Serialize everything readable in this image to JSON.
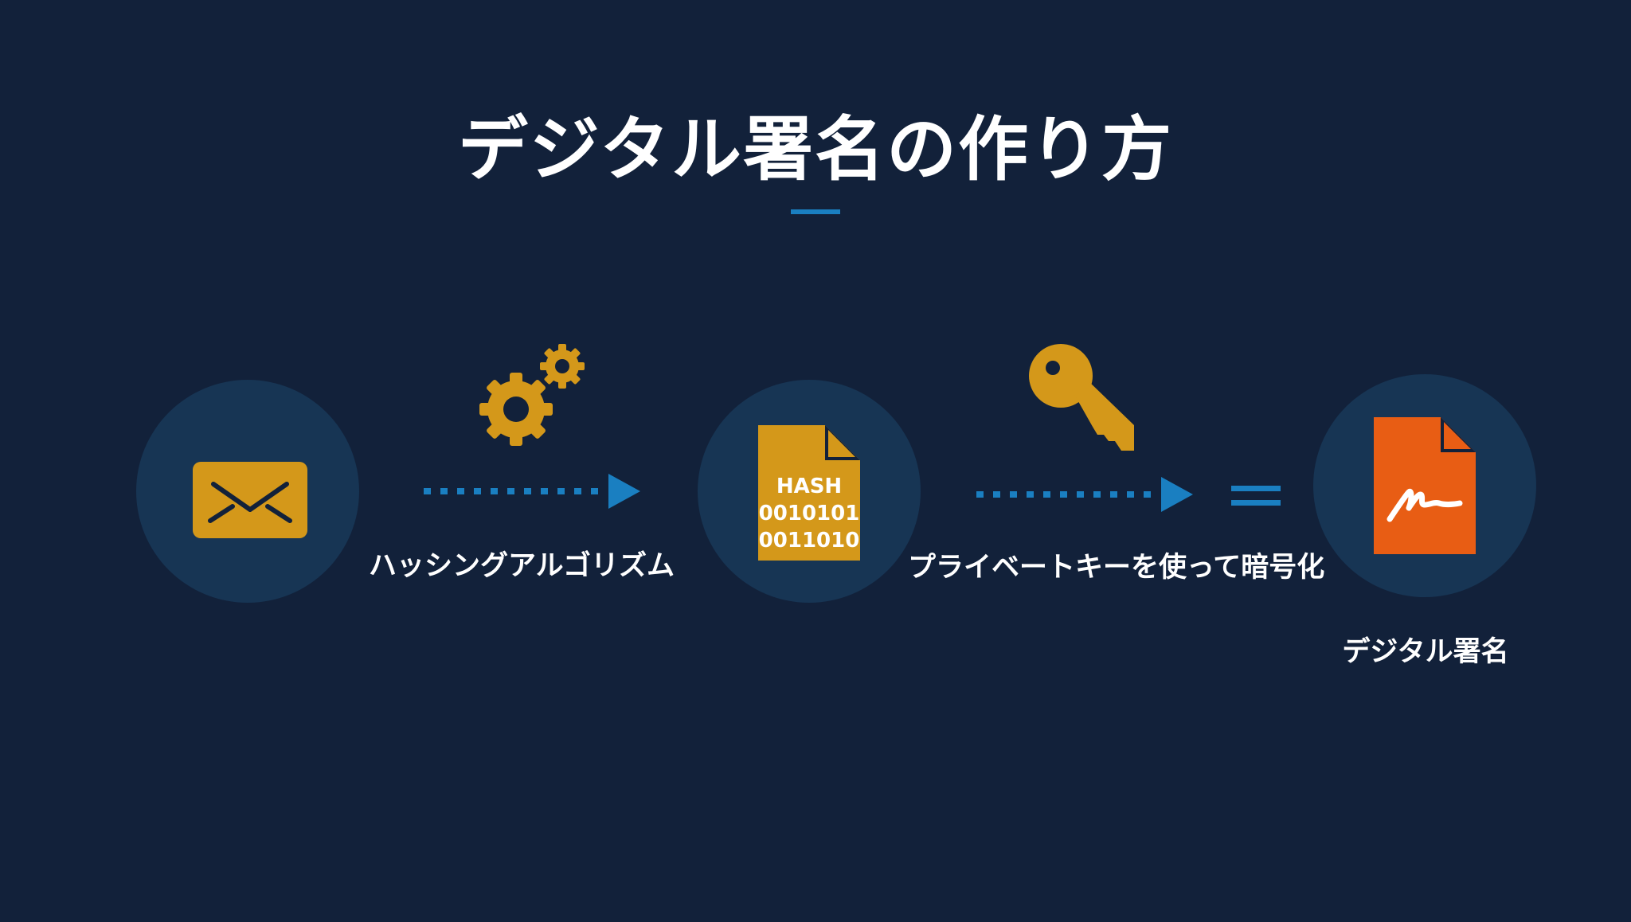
{
  "title": "デジタル署名の作り方",
  "steps": {
    "hashing_label": "ハッシングアルゴリズム",
    "encrypt_label": "プライベートキーを使って暗号化",
    "signature_label": "デジタル署名"
  },
  "hash_doc": {
    "heading": "HASH",
    "line1": "0010101",
    "line2": "0011010"
  },
  "icons": {
    "message": "envelope-icon",
    "hashing": "gears-icon",
    "hash": "hash-document-icon",
    "key": "key-icon",
    "equals": "equals-icon",
    "signature": "signed-document-icon"
  },
  "colors": {
    "background": "#12213a",
    "circle": "#173554",
    "accent_blue": "#1a7fc1",
    "gold": "#d4981a",
    "orange": "#e85d14"
  }
}
